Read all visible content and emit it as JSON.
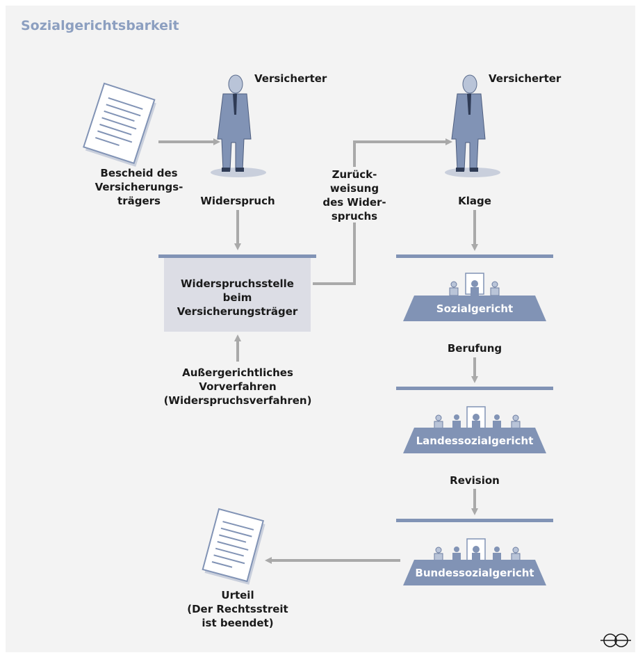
{
  "title": "Sozialgerichtsbarkeit",
  "persons": [
    "Versicherter",
    "Versicherter"
  ],
  "labels": {
    "bescheid": "Bescheid des\nVersicherungs-\nträgers",
    "widerspruch": "Widerspruch",
    "zurueckweisung": "Zurück-\nweisung\ndes Wider-\nspruchs",
    "klage": "Klage",
    "vorverfahren": "Außergerichtliches\nVorverfahren\n(Widerspruchsverfahren)",
    "berufung": "Berufung",
    "revision": "Revision",
    "urteil": "Urteil\n(Der Rechtsstreit\nist beendet)"
  },
  "boxes": {
    "widerspruchsstelle": "Widerspruchsstelle\nbeim\nVersicherungsträger"
  },
  "courts": [
    "Sozialgericht",
    "Landessozialgericht",
    "Bundessozialgericht"
  ],
  "colors": {
    "accent": "#8193b5",
    "box_fill": "#dcdde5",
    "arrow": "#a9a9a9",
    "title": "#8c9fc0"
  },
  "icons": [
    "document-icon",
    "person-icon",
    "court-bench-icon",
    "logo-icon"
  ]
}
